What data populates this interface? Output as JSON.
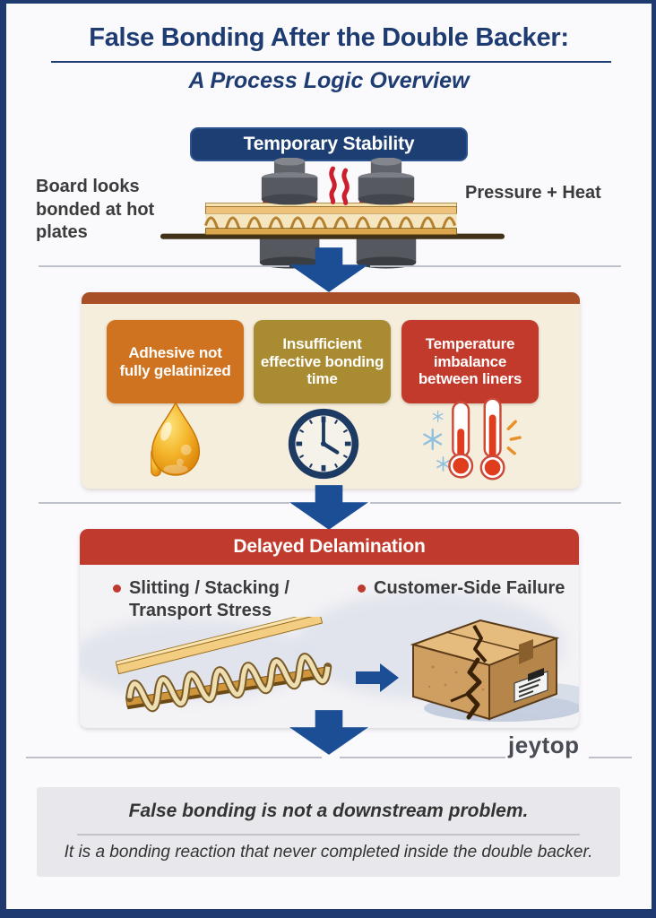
{
  "header": {
    "title": "False Bonding After the Double Backer:",
    "subtitle": "A Process Logic Overview"
  },
  "stage1": {
    "banner": "Temporary Stability",
    "left_label": "Board looks bonded at hot plates",
    "right_label": "Pressure + Heat",
    "illustration": "hot-plates-pressing-corrugated-board"
  },
  "causes": {
    "cards": [
      {
        "label": "Adhesive not fully gelatinized",
        "color": "#cf7320",
        "icon": "glue-droplet-icon"
      },
      {
        "label": "Insufficient effective bonding time",
        "color": "#a98c32",
        "icon": "clock-icon"
      },
      {
        "label": "Temperature imbalance between liners",
        "color": "#c23a2c",
        "icon": "hot-cold-thermometers-icon"
      }
    ]
  },
  "delamination": {
    "banner": "Delayed Delamination",
    "bullets": [
      "Slitting / Stacking / Transport Stress",
      "Customer-Side Failure"
    ],
    "illustrations": [
      "delaminated-corrugated-board",
      "cracked-shipping-box"
    ]
  },
  "watermark": "jeytop",
  "conclusion": {
    "line1": "False bonding is not a downstream problem.",
    "line2": "It is a bonding reaction that never completed inside the double backer."
  },
  "colors": {
    "frame_navy": "#1e3a6e",
    "title_navy": "#1e3c72",
    "banner_navy": "#1c3e73",
    "arrow_blue": "#1b4e94",
    "rust_bar": "#a94f27",
    "panel_cream": "#f6eedd",
    "card_orange": "#cf7320",
    "card_olive": "#a98c32",
    "card_red": "#c23a2c",
    "delam_red": "#c03b2d",
    "quote_bg": "#e8e7eb",
    "text_dark": "#3b3b3b"
  }
}
